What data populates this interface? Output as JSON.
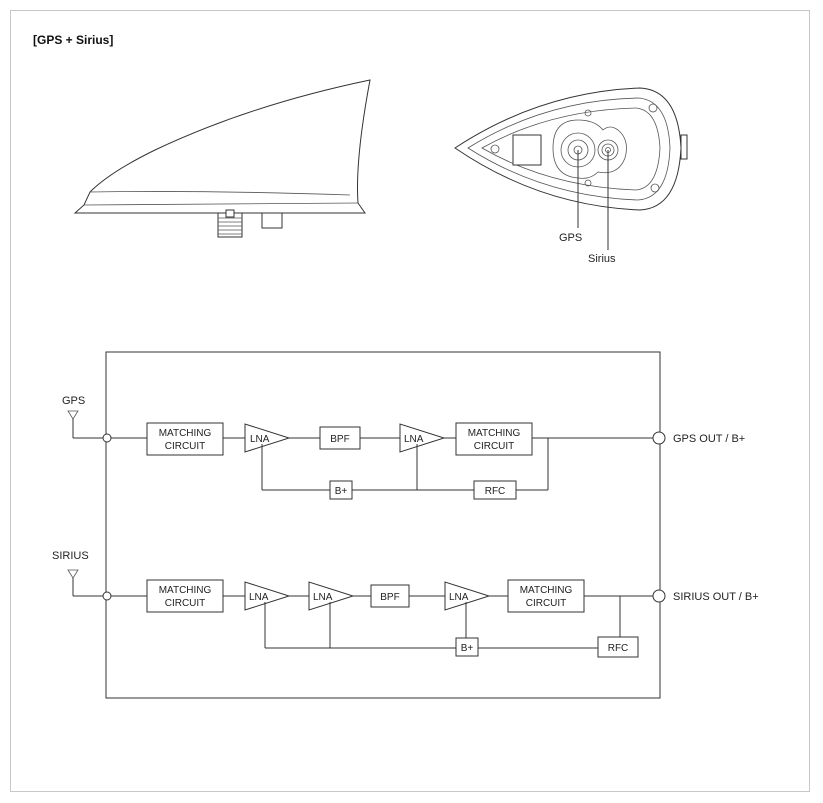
{
  "title": "[GPS + Sirius]",
  "antenna_callouts": {
    "gps": "GPS",
    "sirius": "Sirius"
  },
  "diagram": {
    "gps_input": "GPS",
    "sirius_input": "SIRIUS",
    "gps_output": "GPS OUT / B+",
    "sirius_output": "SIRIUS OUT / B+",
    "gps_chain": {
      "matching_in": [
        "MATCHING",
        "CIRCUIT"
      ],
      "lna1": "LNA",
      "bpf": "BPF",
      "lna2": "LNA",
      "matching_out": [
        "MATCHING",
        "CIRCUIT"
      ],
      "bplus": "B+",
      "rfc": "RFC"
    },
    "sirius_chain": {
      "matching_in": [
        "MATCHING",
        "CIRCUIT"
      ],
      "lna1": "LNA",
      "lna2": "LNA",
      "bpf": "BPF",
      "lna3": "LNA",
      "matching_out": [
        "MATCHING",
        "CIRCUIT"
      ],
      "bplus": "B+",
      "rfc": "RFC"
    }
  }
}
